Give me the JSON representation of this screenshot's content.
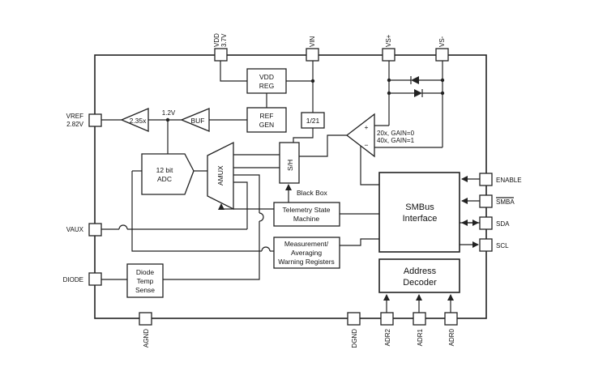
{
  "pins": {
    "vdd_line1": "VDD",
    "vdd_line2": "3.7V",
    "vin": "VIN",
    "vs_plus": "VS+",
    "vs_minus": "VS-",
    "vref_line1": "VREF",
    "vref_line2": "2.82V",
    "vaux": "VAUX",
    "diode": "DIODE",
    "agnd": "AGND",
    "dgnd": "DGND",
    "adr2": "ADR2",
    "adr1": "ADR1",
    "adr0": "ADR0",
    "enable": "ENABLE",
    "smba": "SMBA",
    "sda": "SDA",
    "scl": "SCL"
  },
  "blocks": {
    "vdd_reg_line1": "VDD",
    "vdd_reg_line2": "REG",
    "ref_gen_line1": "REF",
    "ref_gen_line2": "GEN",
    "buf": "BUF",
    "gain_235": "2.35x",
    "v12": "1.2V",
    "adc_line1": "12 bit",
    "adc_line2": "ADC",
    "amux": "AMUX",
    "sh": "S/H",
    "div": "1/21",
    "black_box": "Black Box",
    "telemetry_line1": "Telemetry State",
    "telemetry_line2": "Machine",
    "meas_line1": "Measurement/",
    "meas_line2": "Averaging",
    "meas_line3": "Warning Registers",
    "smbus_line1": "SMBus",
    "smbus_line2": "Interface",
    "addr_line1": "Address",
    "addr_line2": "Decoder",
    "diode_temp_line1": "Diode",
    "diode_temp_line2": "Temp",
    "diode_temp_line3": "Sense",
    "gain_line1": "20x, GAIN=0",
    "gain_line2": "40x, GAIN=1",
    "plus": "+",
    "minus": "−"
  }
}
